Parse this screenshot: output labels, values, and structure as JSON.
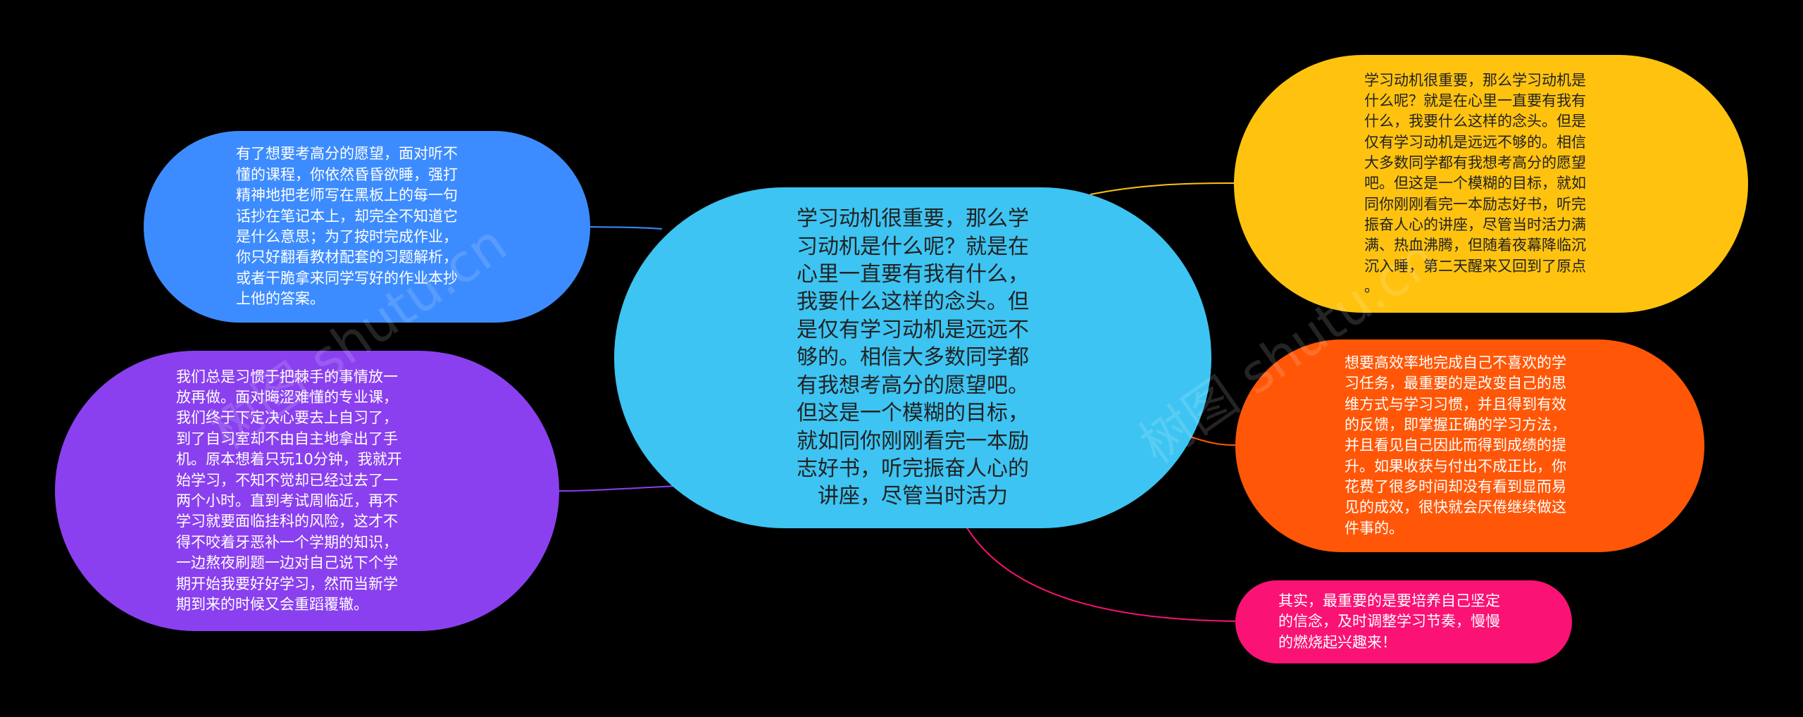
{
  "colors": {
    "background": "#000000",
    "center": "#3dc4f2",
    "blue": "#3d8cff",
    "purple": "#8a40ef",
    "yellow": "#ffc30f",
    "orange": "#ff5707",
    "pink": "#fa1274"
  },
  "watermark": "树图 shutu.cn",
  "center_node": {
    "text": "学习动机很重要，那么学\n习动机是什么呢？就是在\n心里一直要有我有什么，\n我要什么这样的念头。但\n是仅有学习动机是远远不\n够的。相信大多数同学都\n有我想考高分的愿望吧。\n但这是一个模糊的目标，\n就如同你刚刚看完一本励\n志好书，听完振奋人心的\n讲座，尽管当时活力"
  },
  "nodes": [
    {
      "id": "blue",
      "text": "有了想要考高分的愿望，面对听不\n懂的课程，你依然昏昏欲睡，强打\n精神地把老师写在黑板上的每一句\n话抄在笔记本上，却完全不知道它\n是什么意思；为了按时完成作业，\n你只好翻看教材配套的习题解析，\n或者干脆拿来同学写好的作业本抄\n上他的答案。"
    },
    {
      "id": "purple",
      "text": "我们总是习惯于把棘手的事情放一\n放再做。面对晦涩难懂的专业课，\n我们终于下定决心要去上自习了，\n到了自习室却不由自主地拿出了手\n机。原本想着只玩10分钟，我就开\n始学习，不知不觉却已经过去了一\n两个小时。直到考试周临近，再不\n学习就要面临挂科的风险，这才不\n得不咬着牙恶补一个学期的知识，\n一边熬夜刷题一边对自己说下个学\n期开始我要好好学习，然而当新学\n期到来的时候又会重蹈覆辙。"
    },
    {
      "id": "yellow",
      "text": "学习动机很重要，那么学习动机是\n什么呢？就是在心里一直要有我有\n什么，我要什么这样的念头。但是\n仅有学习动机是远远不够的。相信\n大多数同学都有我想考高分的愿望\n吧。但这是一个模糊的目标，就如\n同你刚刚看完一本励志好书，听完\n振奋人心的讲座，尽管当时活力满\n满、热血沸腾，但随着夜幕降临沉\n沉入睡，第二天醒来又回到了原点\n。"
    },
    {
      "id": "orange",
      "text": "想要高效率地完成自己不喜欢的学\n习任务，最重要的是改变自己的思\n维方式与学习习惯，并且得到有效\n的反馈，即掌握正确的学习方法，\n并且看见自己因此而得到成绩的提\n升。如果收获与付出不成正比，你\n花费了很多时间却没有看到显而易\n见的成效，很快就会厌倦继续做这\n件事的。"
    },
    {
      "id": "pink",
      "text": "其实，最重要的是要培养自己坚定\n的信念，及时调整学习节奏，慢慢\n的燃烧起兴趣来！"
    }
  ]
}
